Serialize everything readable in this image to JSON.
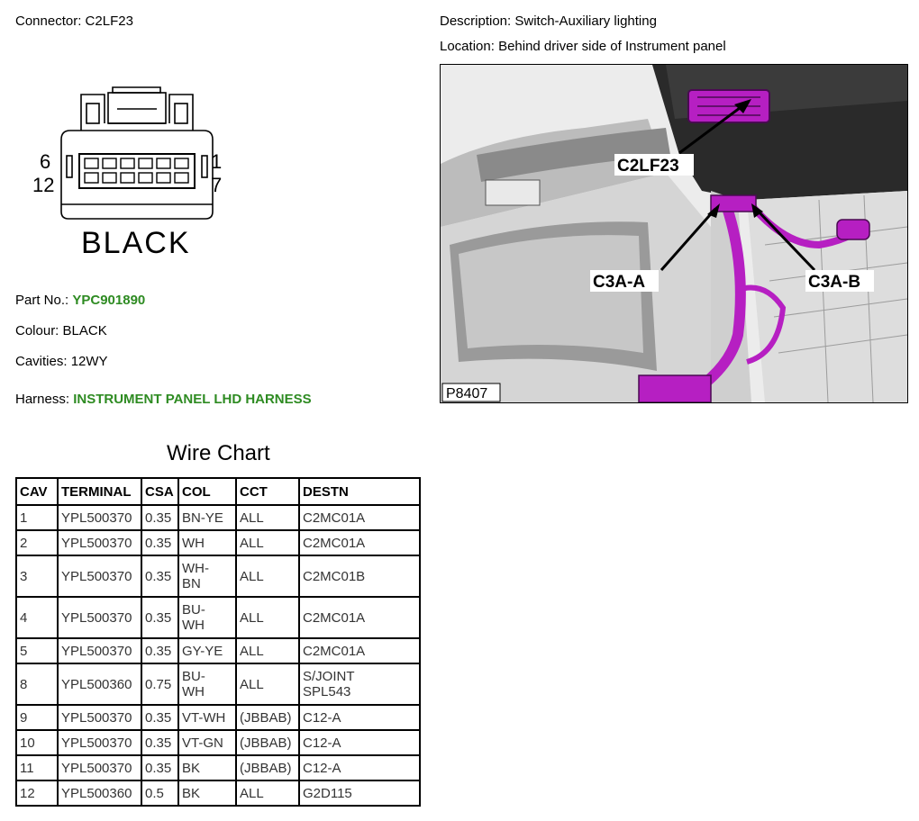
{
  "connector": {
    "label": "Connector:",
    "value": "C2LF23",
    "pin_left_top": "6",
    "pin_left_bottom": "12",
    "pin_right_top": "1",
    "pin_right_bottom": "7",
    "colour_text": "BLACK"
  },
  "description": {
    "label": "Description:",
    "value": "Switch-Auxiliary lighting"
  },
  "location": {
    "label": "Location:",
    "value": "Behind driver side of Instrument panel"
  },
  "part": {
    "label": "Part No.:",
    "value": "YPC901890"
  },
  "colour": {
    "label": "Colour:",
    "value": "BLACK"
  },
  "cavities": {
    "label": "Cavities:",
    "value": "12WY"
  },
  "harness": {
    "label": "Harness:",
    "value": "INSTRUMENT PANEL LHD HARNESS"
  },
  "photo": {
    "callout_main": "C2LF23",
    "callout_a": "C3A-A",
    "callout_b": "C3A-B",
    "figure_id": "P8407"
  },
  "wire_chart": {
    "title": "Wire Chart",
    "headers": [
      "CAV",
      "TERMINAL",
      "CSA",
      "COL",
      "CCT",
      "DESTN"
    ],
    "rows": [
      {
        "cav": "1",
        "terminal": "YPL500370",
        "csa": "0.35",
        "col": [
          "BN-YE"
        ],
        "cct": "ALL",
        "destn": [
          "C2MC01A"
        ]
      },
      {
        "cav": "2",
        "terminal": "YPL500370",
        "csa": "0.35",
        "col": [
          "WH"
        ],
        "cct": "ALL",
        "destn": [
          "C2MC01A"
        ]
      },
      {
        "cav": "3",
        "terminal": "YPL500370",
        "csa": "0.35",
        "col": [
          "WH-",
          "BN"
        ],
        "cct": "ALL",
        "destn": [
          "C2MC01B"
        ]
      },
      {
        "cav": "4",
        "terminal": "YPL500370",
        "csa": "0.35",
        "col": [
          "BU-",
          "WH"
        ],
        "cct": "ALL",
        "destn": [
          "C2MC01A"
        ]
      },
      {
        "cav": "5",
        "terminal": "YPL500370",
        "csa": "0.35",
        "col": [
          "GY-YE"
        ],
        "cct": "ALL",
        "destn": [
          "C2MC01A"
        ]
      },
      {
        "cav": "8",
        "terminal": "YPL500360",
        "csa": "0.75",
        "col": [
          "BU-",
          "WH"
        ],
        "cct": "ALL",
        "destn": [
          "S/JOINT",
          "SPL543"
        ]
      },
      {
        "cav": "9",
        "terminal": "YPL500370",
        "csa": "0.35",
        "col": [
          "VT-WH"
        ],
        "cct": "(JBBAB)",
        "destn": [
          "C12-A"
        ]
      },
      {
        "cav": "10",
        "terminal": "YPL500370",
        "csa": "0.35",
        "col": [
          "VT-GN"
        ],
        "cct": "(JBBAB)",
        "destn": [
          "C12-A"
        ]
      },
      {
        "cav": "11",
        "terminal": "YPL500370",
        "csa": "0.35",
        "col": [
          "BK"
        ],
        "cct": "(JBBAB)",
        "destn": [
          "C12-A"
        ]
      },
      {
        "cav": "12",
        "terminal": "YPL500360",
        "csa": "0.5",
        "col": [
          "BK"
        ],
        "cct": "ALL",
        "destn": [
          "G2D115"
        ]
      }
    ]
  },
  "colors": {
    "highlight_green": "#2e8b22",
    "harness_magenta": "#b61fc2",
    "border": "#000000"
  }
}
